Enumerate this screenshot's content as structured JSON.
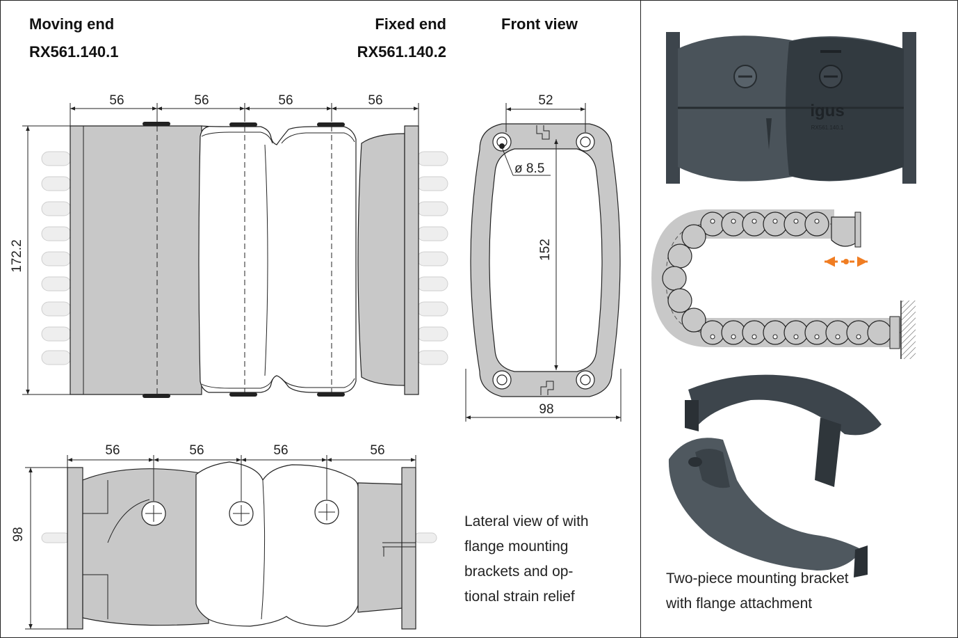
{
  "headers": {
    "moving_end_label": "Moving end",
    "moving_end_part": "RX561.140.1",
    "fixed_end_label": "Fixed end",
    "fixed_end_part": "RX561.140.2",
    "front_view_label": "Front view"
  },
  "dimensions": {
    "top_segments": [
      "56",
      "56",
      "56",
      "56"
    ],
    "top_height": "172.2",
    "front_width_top": "52",
    "front_hole": "ø 8.5",
    "front_height": "152",
    "front_width_bottom": "98",
    "bottom_segments": [
      "56",
      "56",
      "56",
      "56"
    ],
    "bottom_height": "98"
  },
  "captions": {
    "lateral_view": [
      "Lateral view of with",
      "flange mounting",
      "brackets and op-",
      "tional strain relief"
    ],
    "bracket": [
      "Two-piece mounting bracket",
      "with flange attachment"
    ]
  },
  "brand": {
    "logo_text": "igus",
    "part_text": "RX561.140.1"
  },
  "colors": {
    "part_fill": "#c8c8c8",
    "dark_part": "#3d454c",
    "arrow": "#f07d22"
  }
}
